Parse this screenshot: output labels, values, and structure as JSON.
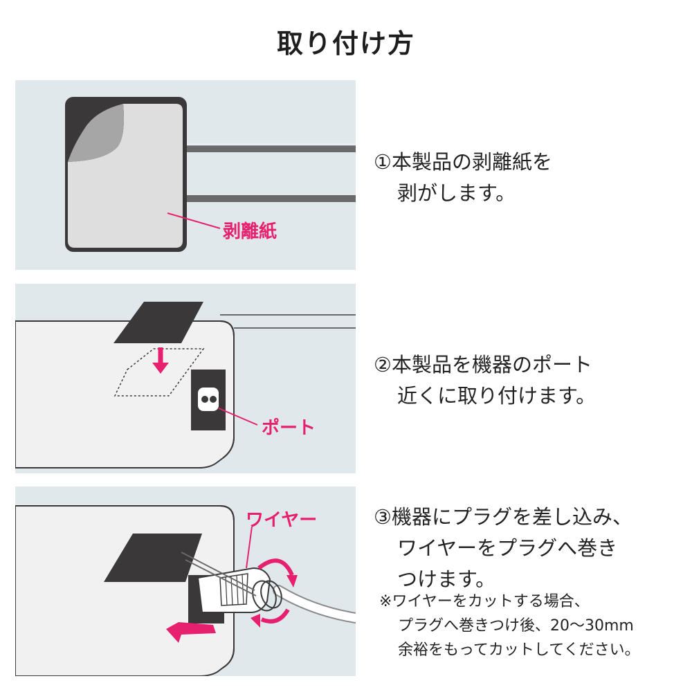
{
  "page": {
    "title": "取り付け方"
  },
  "steps": [
    {
      "number": "①",
      "lines": [
        "本製品の剥離紙を",
        "剥がします。"
      ],
      "callout": "剥離紙"
    },
    {
      "number": "②",
      "lines": [
        "本製品を機器のポート",
        "近くに取り付けます。"
      ],
      "callout": "ポート"
    },
    {
      "number": "③",
      "lines": [
        "機器にプラグを差し込み、",
        "ワイヤーをプラグへ巻き",
        "つけます。"
      ],
      "callout": "ワイヤー"
    }
  ],
  "note": {
    "mark": "※",
    "lines": [
      "ワイヤーをカットする場合、",
      "プラグへ巻きつけ後、20～30mm",
      "余裕をもってカットしてください。"
    ]
  },
  "colors": {
    "accent": "#e6206e",
    "panel_bg": "#e0e8ec",
    "device": "#f1f1f1",
    "pad": "#3a3838",
    "liner": "#dedede",
    "wire": "#6a6a6a"
  }
}
